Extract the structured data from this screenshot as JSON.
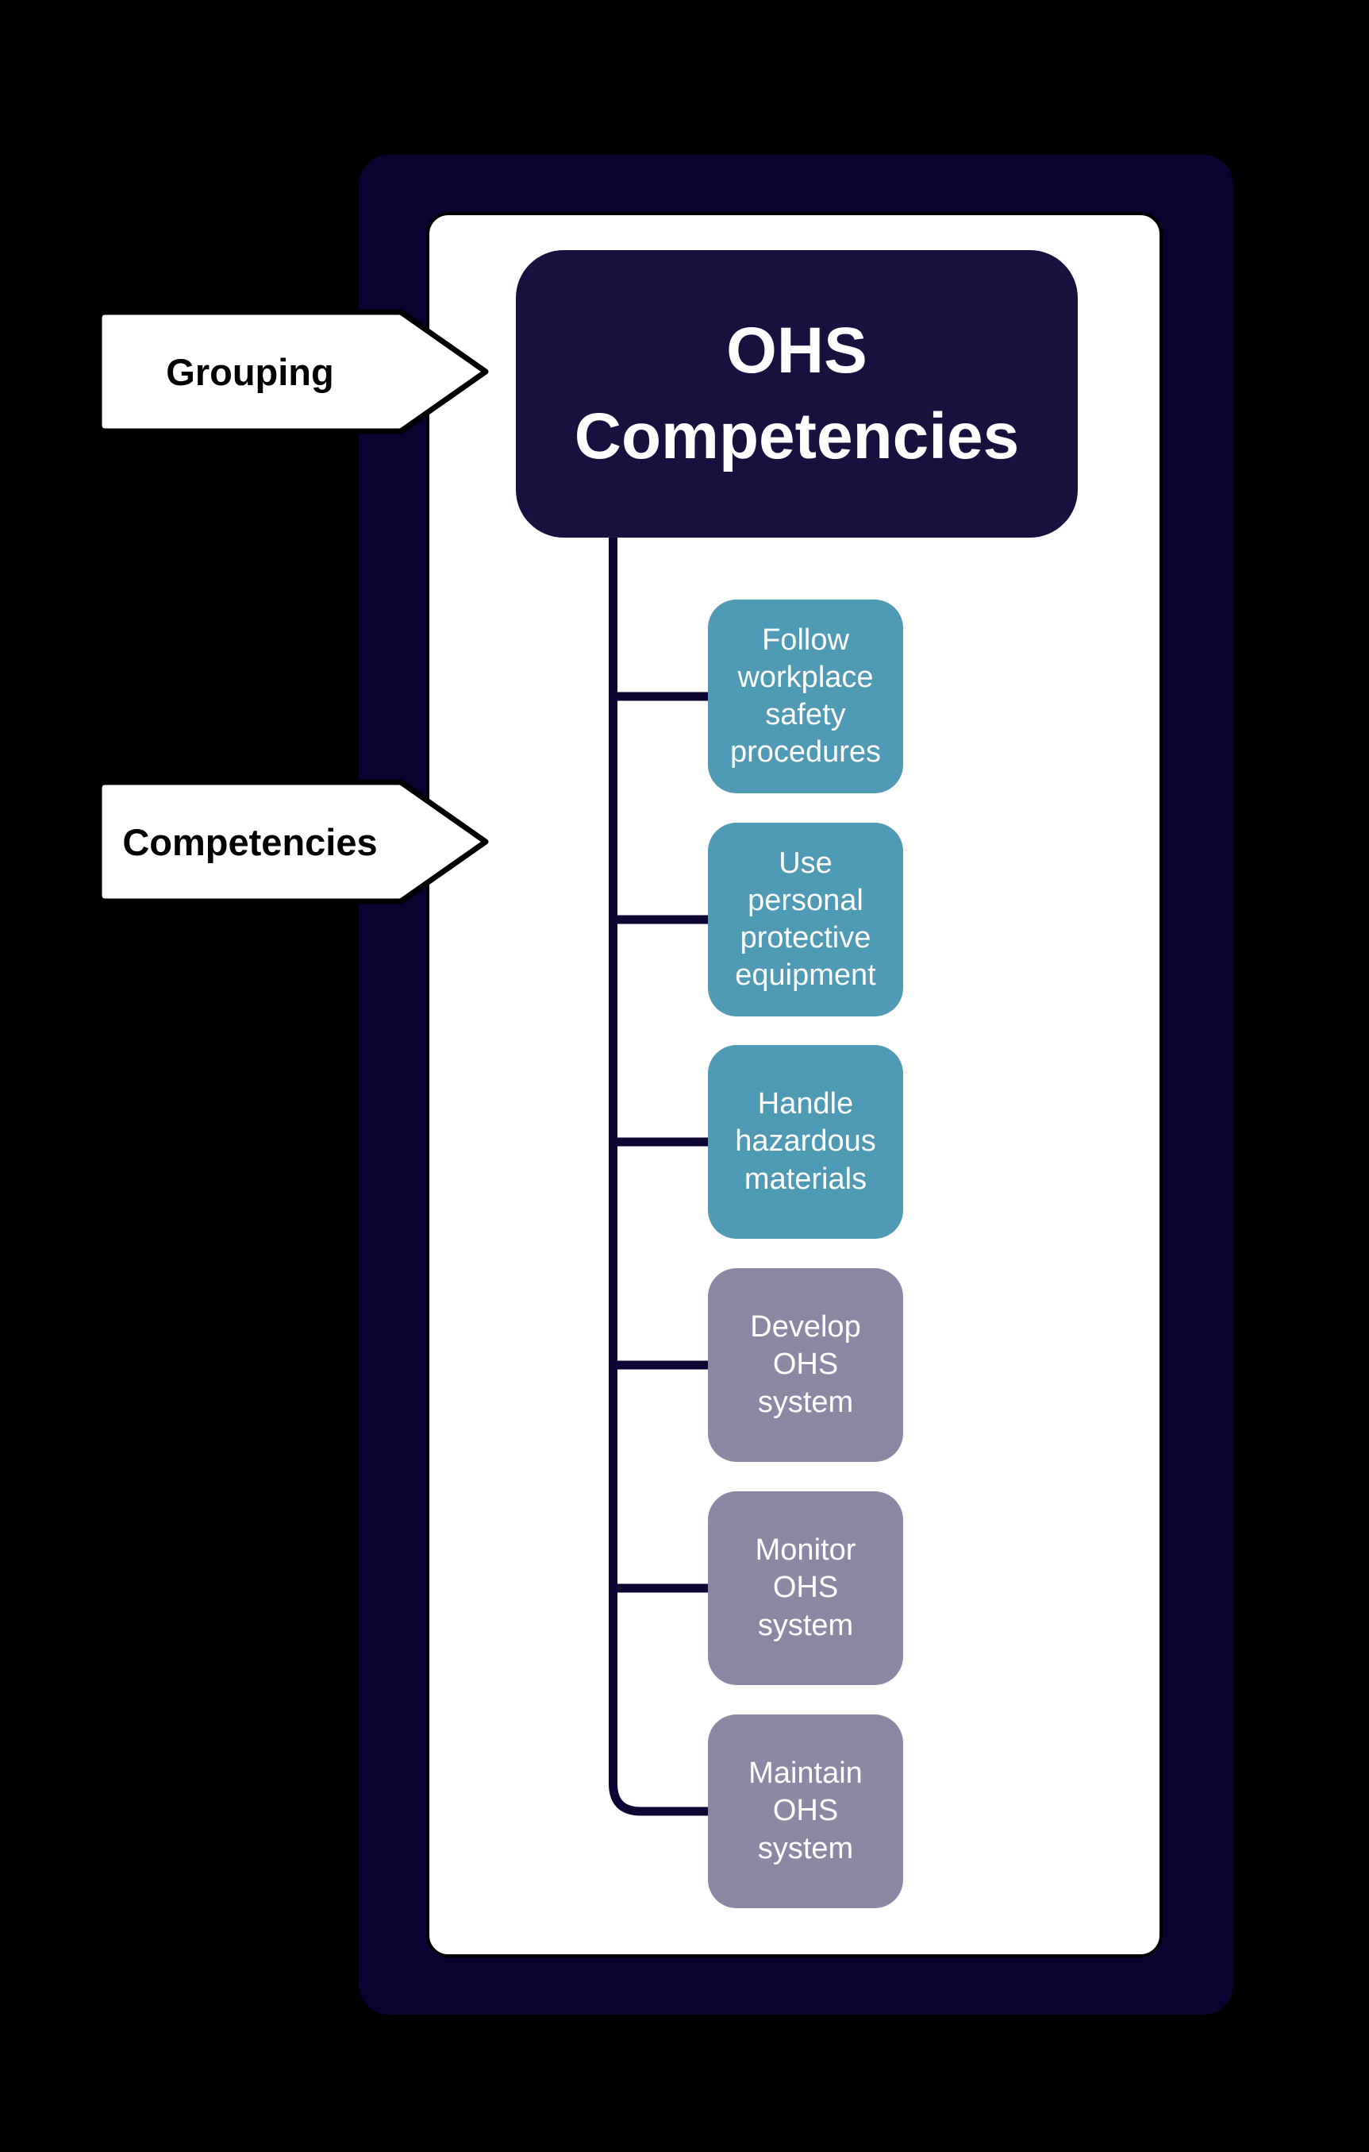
{
  "diagram": {
    "root_node": {
      "line1": "OHS",
      "line2": "Competencies"
    },
    "callouts": [
      {
        "label": "Grouping"
      },
      {
        "label": "Competencies"
      }
    ],
    "competencies": [
      {
        "label": "Follow workplace safety procedures",
        "group": "teal"
      },
      {
        "label": "Use personal protective equipment",
        "group": "teal"
      },
      {
        "label": "Handle hazardous materials",
        "group": "teal"
      },
      {
        "label": "Develop OHS system",
        "group": "purple"
      },
      {
        "label": "Monitor OHS system",
        "group": "purple"
      },
      {
        "label": "Maintain OHS system",
        "group": "purple"
      }
    ],
    "colors": {
      "background": "#000000",
      "panel": "#0A0331",
      "panel_inner": "#FFFFFF",
      "card": "#191040",
      "connector": "#0D0634",
      "teal": "#4F9AB5",
      "purple": "#8D87A4",
      "callout_bg": "#FFFFFF",
      "callout_border": "#000000",
      "text_light": "#FFFFFF",
      "text_dark": "#000000"
    }
  }
}
